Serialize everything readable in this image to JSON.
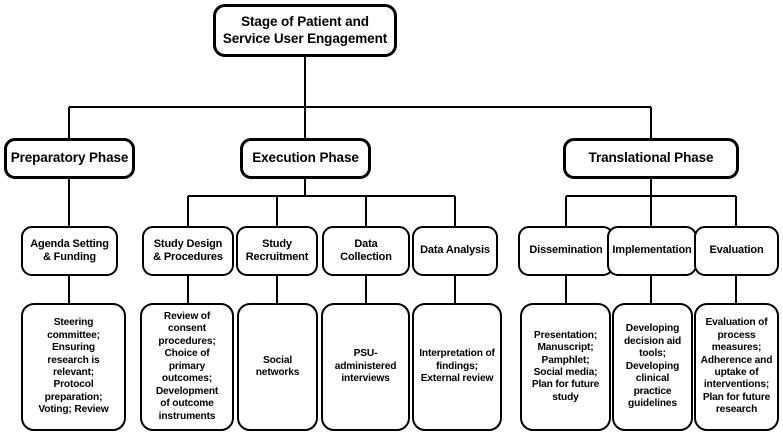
{
  "diagram": {
    "title_node": {
      "id": "root",
      "label": "Stage of Patient and\nService User Engagement"
    },
    "phases": [
      {
        "id": "preparatory-phase",
        "label": "Preparatory Phase"
      },
      {
        "id": "execution-phase",
        "label": "Execution Phase"
      },
      {
        "id": "translational-phase",
        "label": "Translational Phase"
      }
    ],
    "activities": [
      {
        "id": "agenda-setting-and-funding",
        "label": "Agenda Setting\n& Funding",
        "phase": "preparatory-phase"
      },
      {
        "id": "study-design-and-procedures",
        "label": "Study Design\n& Procedures",
        "phase": "execution-phase"
      },
      {
        "id": "study-recruitment",
        "label": "Study\nRecruitment",
        "phase": "execution-phase"
      },
      {
        "id": "data-collection",
        "label": "Data\nCollection",
        "phase": "execution-phase"
      },
      {
        "id": "data-analysis",
        "label": "Data Analysis",
        "phase": "execution-phase"
      },
      {
        "id": "dissemination",
        "label": "Dissemination",
        "phase": "translational-phase"
      },
      {
        "id": "implementation",
        "label": "Implementation",
        "phase": "translational-phase"
      },
      {
        "id": "evaluation",
        "label": "Evaluation",
        "phase": "translational-phase"
      }
    ],
    "details": [
      {
        "id": "detail-agenda-setting-and-funding",
        "label": "Steering\ncommittee;\nEnsuring\nresearch is\nrelevant;\nProtocol\npreparation;\nVoting; Review"
      },
      {
        "id": "detail-study-design-and-procedures",
        "label": "Review of\nconsent\nprocedures;\nChoice of\nprimary\noutcomes;\nDevelopment\nof outcome\ninstruments"
      },
      {
        "id": "detail-study-recruitment",
        "label": "Social\nnetworks"
      },
      {
        "id": "detail-data-collection",
        "label": "PSU-\nadministered\ninterviews"
      },
      {
        "id": "detail-data-analysis",
        "label": "Interpretation of\nfindings;\nExternal review"
      },
      {
        "id": "detail-dissemination",
        "label": "Presentation;\nManuscript;\nPamphlet;\nSocial media;\nPlan for future\nstudy"
      },
      {
        "id": "detail-implementation",
        "label": "Developing\ndecision aid\ntools;\nDeveloping\nclinical\npractice\nguidelines"
      },
      {
        "id": "detail-evaluation",
        "label": "Evaluation of\nprocess\nmeasures;\nAdherence and\nuptake of\ninterventions;\nPlan for future\nresearch"
      }
    ],
    "colors": {
      "stroke": "#000000",
      "fill": "#ffffff",
      "text": "#000000"
    }
  }
}
